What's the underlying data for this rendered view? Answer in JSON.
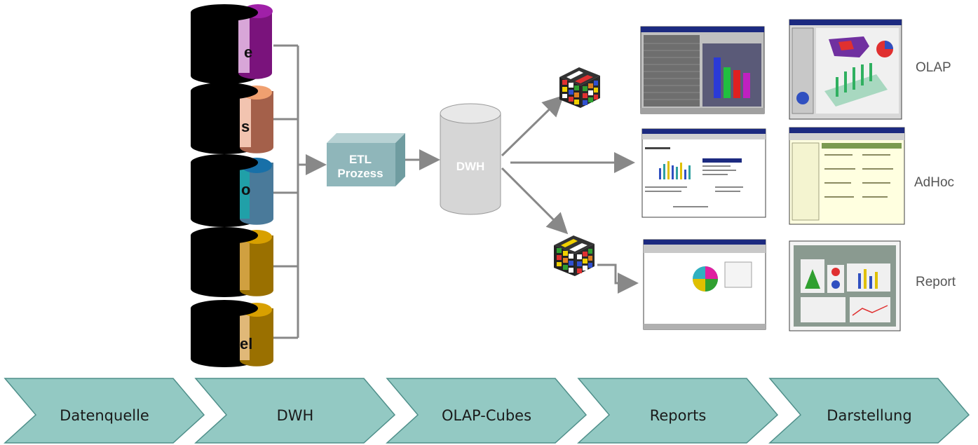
{
  "etl": {
    "line1": "ETL",
    "line2": "Prozess"
  },
  "dwh": {
    "label": "DWH"
  },
  "outputs": {
    "olap": "OLAP",
    "adhoc": "AdHoc",
    "report": "Report"
  },
  "sources": {
    "s1": "e",
    "s2": "s",
    "s3": "o",
    "s5": "el"
  },
  "pipeline": [
    "Datenquelle",
    "DWH",
    "OLAP-Cubes",
    "Reports",
    "Darstellung"
  ],
  "colors": {
    "chevron_fill": "#93c9c3",
    "chevron_stroke": "#4f8f8a",
    "connector": "#808080",
    "etl_box": "#8fb6ba",
    "dwh_cylinder": "#d6d6d6"
  }
}
